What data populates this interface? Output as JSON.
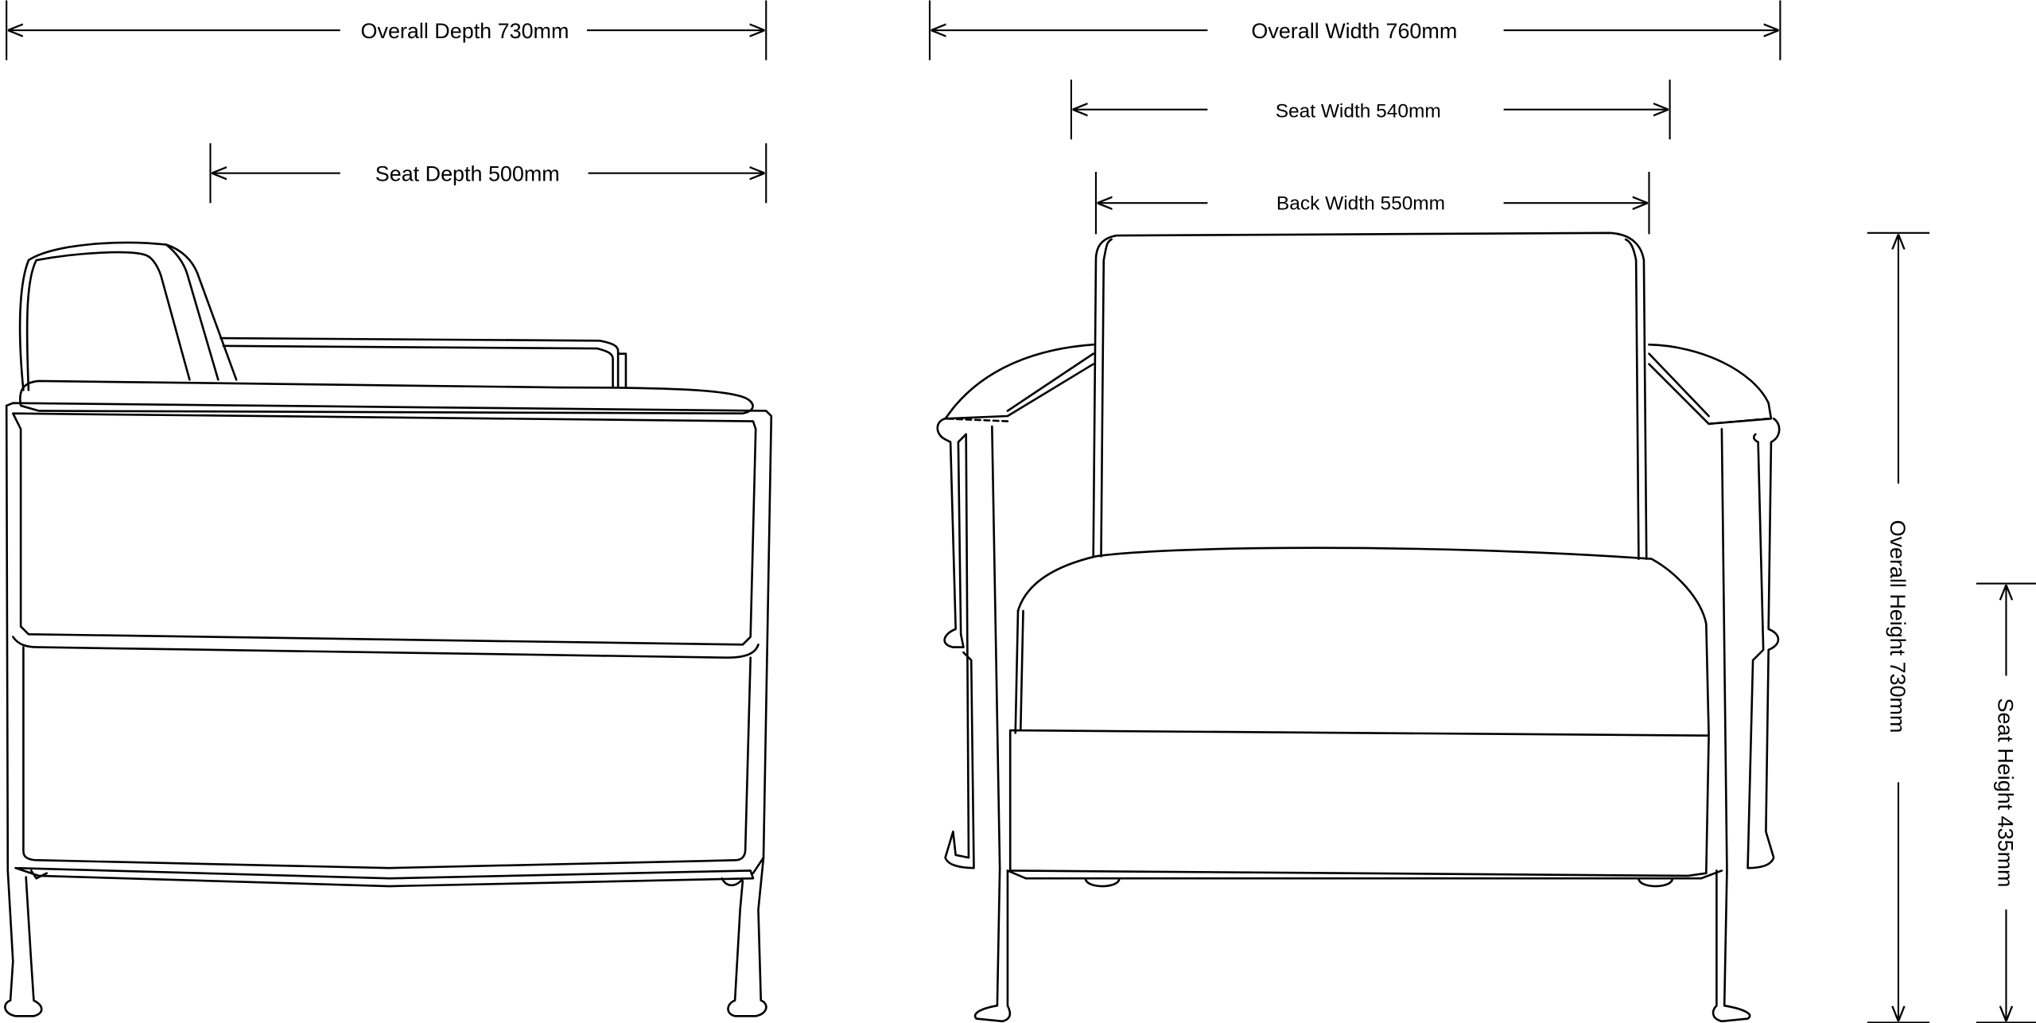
{
  "dimensions": {
    "overall_depth": "Overall Depth 730mm",
    "seat_depth": "Seat Depth 500mm",
    "overall_width": "Overall Width 760mm",
    "seat_width": "Seat Width 540mm",
    "back_width": "Back Width 550mm",
    "overall_height": "Overall Height 730mm",
    "seat_height": "Seat Height 435mm"
  },
  "colors": {
    "line": "#000000",
    "background": "#ffffff"
  }
}
